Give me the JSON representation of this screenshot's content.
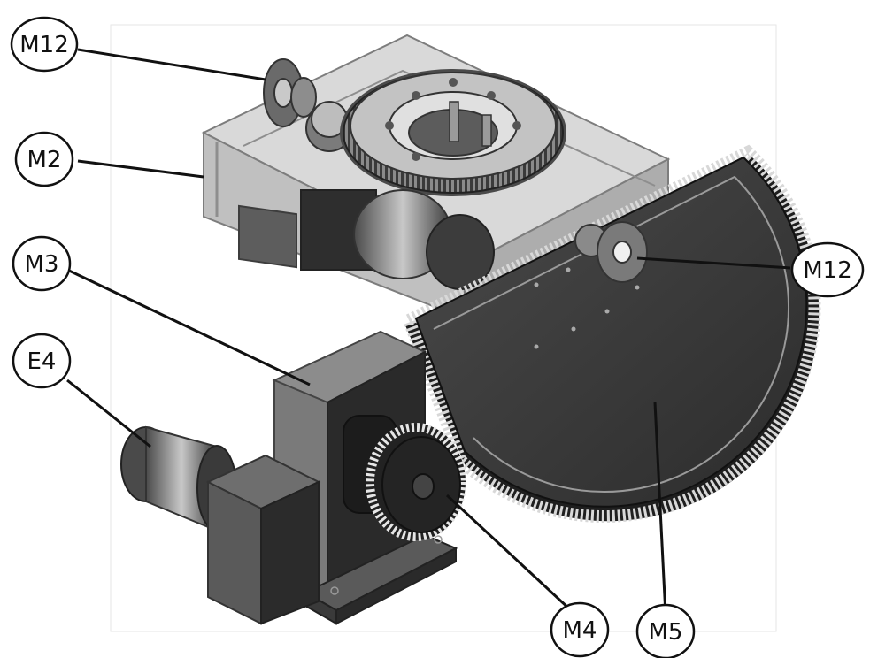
{
  "callouts": [
    {
      "id": "m12-top",
      "label": "M12"
    },
    {
      "id": "m2",
      "label": "M2"
    },
    {
      "id": "m3",
      "label": "M3"
    },
    {
      "id": "e4",
      "label": "E4"
    },
    {
      "id": "m12-right",
      "label": "M12"
    },
    {
      "id": "m4",
      "label": "M4"
    },
    {
      "id": "m5",
      "label": "M5"
    }
  ]
}
